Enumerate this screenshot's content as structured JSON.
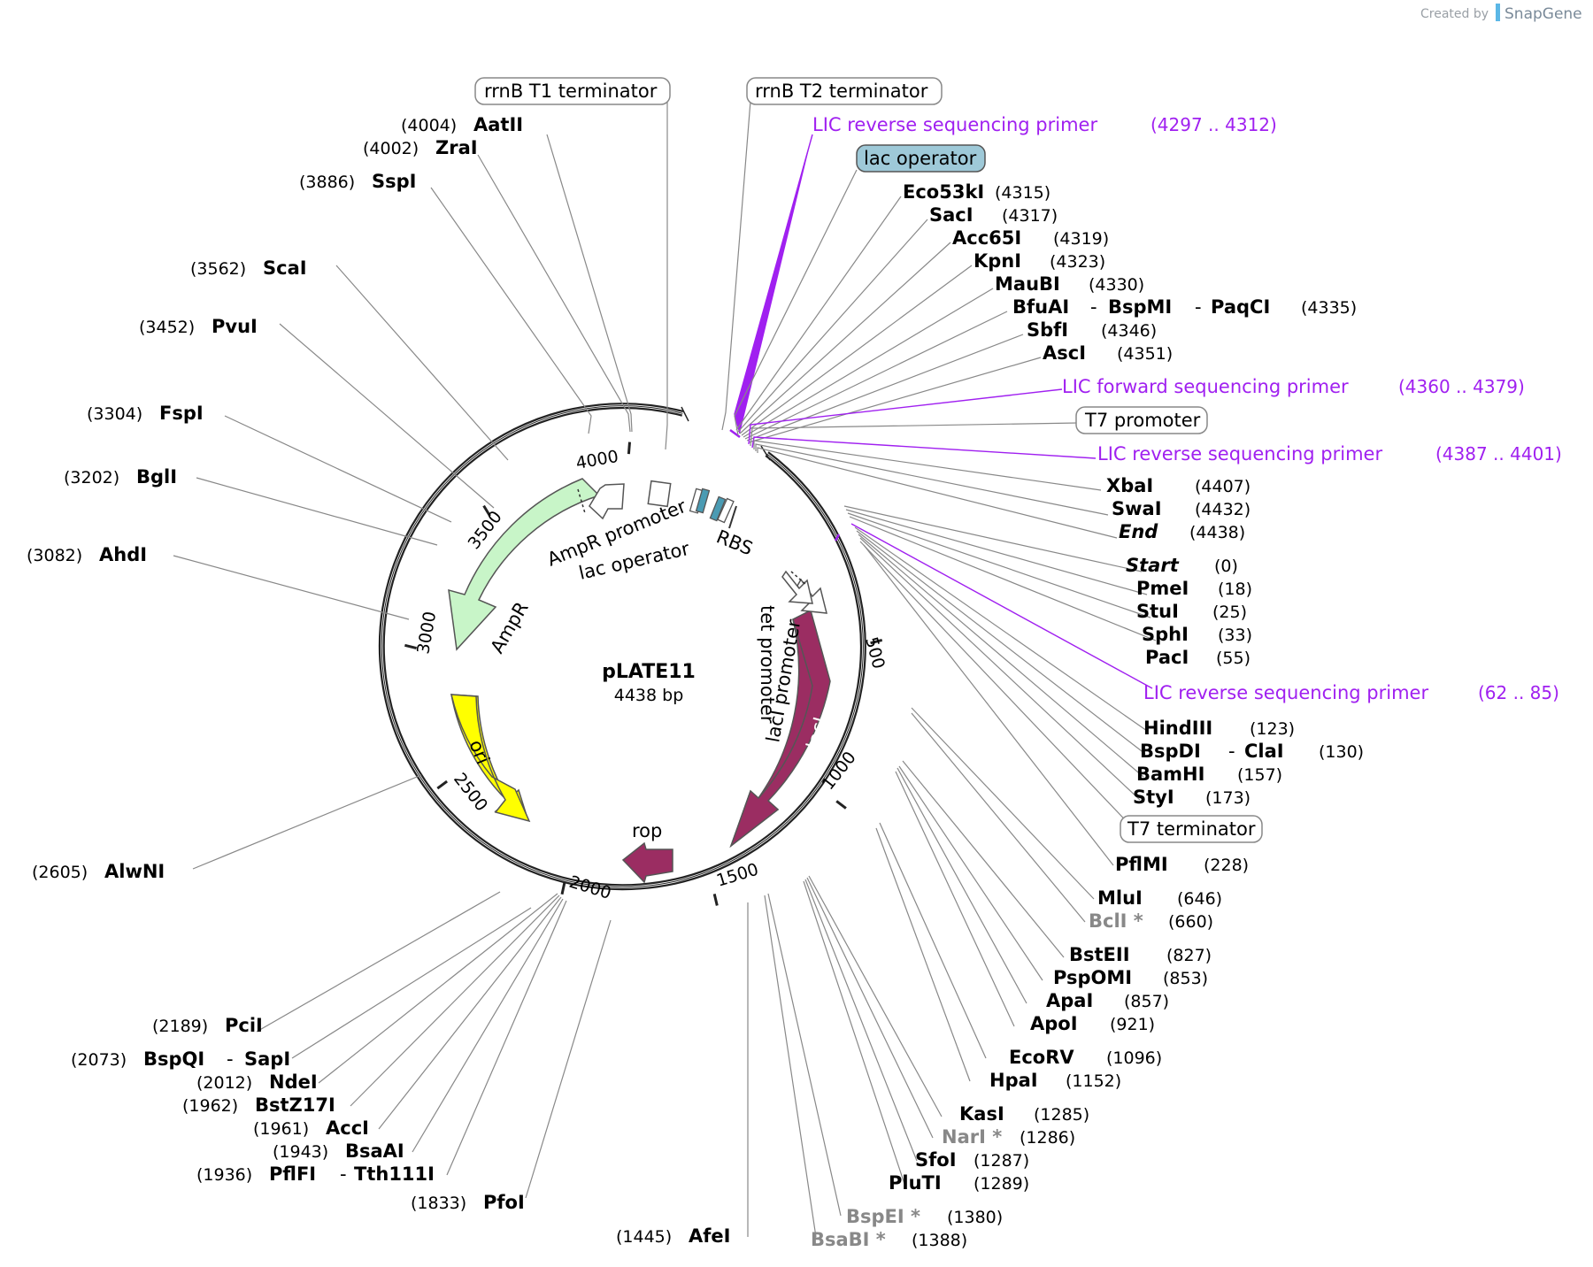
{
  "credit": {
    "created_by": "Created by",
    "brand": "SnapGene"
  },
  "plasmid": {
    "name": "pLATE11",
    "size": "4438 bp"
  },
  "scale_ticks": [
    "500",
    "1000",
    "1500",
    "2000",
    "2500",
    "3000",
    "3500",
    "4000"
  ],
  "inner_features": {
    "ampr": "AmpR",
    "ampr_promoter": "AmpR promoter",
    "lac_operator_inner": "lac operator",
    "rbs": "RBS",
    "ori": "ori",
    "rop": "rop",
    "laci": "lacI",
    "laci_promoter": "lacI promoter",
    "tet_promoter": "tet promoter"
  },
  "boxed_features": {
    "rrnb_t1": "rrnB T1 terminator",
    "rrnb_t2": "rrnB T2 terminator",
    "lac_operator": "lac operator",
    "t7_promoter": "T7 promoter",
    "t7_terminator": "T7 terminator"
  },
  "primers": [
    {
      "name": "LIC reverse sequencing primer",
      "range": "(4297 .. 4312)"
    },
    {
      "name": "LIC forward sequencing primer",
      "range": "(4360 .. 4379)"
    },
    {
      "name": "LIC reverse sequencing primer",
      "range": "(4387 .. 4401)"
    },
    {
      "name": "LIC reverse sequencing primer",
      "range": "(62 .. 85)"
    }
  ],
  "left_sites": [
    {
      "name": "AatII",
      "pos": "(4004)"
    },
    {
      "name": "ZraI",
      "pos": "(4002)"
    },
    {
      "name": "SspI",
      "pos": "(3886)"
    },
    {
      "name": "ScaI",
      "pos": "(3562)"
    },
    {
      "name": "PvuI",
      "pos": "(3452)"
    },
    {
      "name": "FspI",
      "pos": "(3304)"
    },
    {
      "name": "BglI",
      "pos": "(3202)"
    },
    {
      "name": "AhdI",
      "pos": "(3082)"
    },
    {
      "name": "AlwNI",
      "pos": "(2605)"
    },
    {
      "name": "PciI",
      "pos": "(2189)"
    },
    {
      "name": "BspQI",
      "alt": "SapI",
      "pos": "(2073)"
    },
    {
      "name": "NdeI",
      "pos": "(2012)"
    },
    {
      "name": "BstZ17I",
      "pos": "(1962)"
    },
    {
      "name": "AccI",
      "pos": "(1961)"
    },
    {
      "name": "BsaAI",
      "pos": "(1943)"
    },
    {
      "name": "PflFI",
      "alt": "Tth111I",
      "pos": "(1936)"
    },
    {
      "name": "PfoI",
      "pos": "(1833)"
    },
    {
      "name": "AfeI",
      "pos": "(1445)"
    }
  ],
  "right_sites": [
    {
      "name": "Eco53kI",
      "pos": "(4315)"
    },
    {
      "name": "SacI",
      "pos": "(4317)"
    },
    {
      "name": "Acc65I",
      "pos": "(4319)"
    },
    {
      "name": "KpnI",
      "pos": "(4323)"
    },
    {
      "name": "MauBI",
      "pos": "(4330)"
    },
    {
      "name": "BfuAI",
      "alt": "BspMI",
      "alt2": "PaqCI",
      "pos": "(4335)"
    },
    {
      "name": "SbfI",
      "pos": "(4346)"
    },
    {
      "name": "AscI",
      "pos": "(4351)"
    },
    {
      "name": "XbaI",
      "pos": "(4407)"
    },
    {
      "name": "SwaI",
      "pos": "(4432)"
    },
    {
      "name": "End",
      "pos": "(4438)"
    },
    {
      "name": "Start",
      "pos": "(0)"
    },
    {
      "name": "PmeI",
      "pos": "(18)"
    },
    {
      "name": "StuI",
      "pos": "(25)"
    },
    {
      "name": "SphI",
      "pos": "(33)"
    },
    {
      "name": "PacI",
      "pos": "(55)"
    },
    {
      "name": "HindIII",
      "pos": "(123)"
    },
    {
      "name": "BspDI",
      "alt": "ClaI",
      "pos": "(130)"
    },
    {
      "name": "BamHI",
      "pos": "(157)"
    },
    {
      "name": "StyI",
      "pos": "(173)"
    },
    {
      "name": "PflMI",
      "pos": "(228)"
    },
    {
      "name": "MluI",
      "pos": "(646)"
    },
    {
      "name": "BclI *",
      "pos": "(660)"
    },
    {
      "name": "BstEII",
      "pos": "(827)"
    },
    {
      "name": "PspOMI",
      "pos": "(853)"
    },
    {
      "name": "ApaI",
      "pos": "(857)"
    },
    {
      "name": "ApoI",
      "pos": "(921)"
    },
    {
      "name": "EcoRV",
      "pos": "(1096)"
    },
    {
      "name": "HpaI",
      "pos": "(1152)"
    },
    {
      "name": "KasI",
      "pos": "(1285)"
    },
    {
      "name": "NarI *",
      "pos": "(1286)"
    },
    {
      "name": "SfoI",
      "pos": "(1287)"
    },
    {
      "name": "PluTI",
      "pos": "(1289)"
    },
    {
      "name": "BspEI *",
      "pos": "(1380)"
    },
    {
      "name": "BsaBI *",
      "pos": "(1388)"
    }
  ],
  "colors": {
    "ampr": "#c8f5c8",
    "ori": "#ffff00",
    "laci": "#9b2d62",
    "primer": "#a020f0",
    "lac_operator_box": "#9ec9d8",
    "backbone": "#222222"
  }
}
